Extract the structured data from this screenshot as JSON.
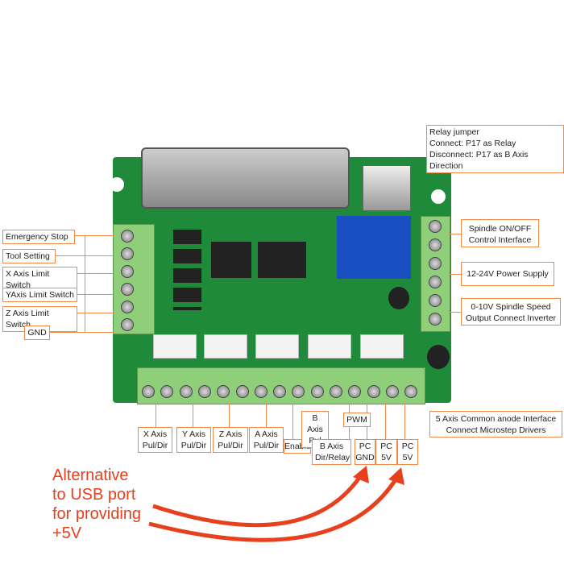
{
  "labels": {
    "relay": [
      "Relay jumper",
      "Connect: P17 as Relay",
      "Disconnect: P17 as B Axis Direction"
    ],
    "spindle_onoff": [
      "Spindle ON/OFF",
      "Control Interface"
    ],
    "power": "12-24V Power Supply",
    "spindle_speed": [
      "0-10V Spindle Speed",
      "Output Connect Inverter"
    ],
    "left": [
      "Emergency Stop",
      "Tool Setting",
      "X Axis Limit Switch",
      "YAxis Limit Switch",
      "Z Axis Limit Switch",
      "GND"
    ],
    "x_axis": [
      "X Axis",
      "Pul/Dir"
    ],
    "y_axis": [
      "Y Axis",
      "Pul/Dir"
    ],
    "z_axis": [
      "Z Axis",
      "Pul/Dir"
    ],
    "a_axis": [
      "A Axis",
      "Pul/Dir"
    ],
    "enable": "Enable",
    "b_pul": [
      "B Axis",
      "Pul"
    ],
    "b_dir": [
      "B Axis",
      "Dir/Relay"
    ],
    "pwm": "PWM",
    "pc_gnd": [
      "PC",
      "GND"
    ],
    "pc_5v_1": [
      "PC",
      "5V"
    ],
    "pc_5v_2": [
      "PC",
      "5V"
    ],
    "common": [
      "5 Axis Common anode Interface",
      "Connect Microstep Drivers"
    ]
  },
  "note": [
    "Alternative",
    "to USB port",
    "for providing",
    "+5V"
  ],
  "colors": {
    "label_border": "#f08a4b",
    "note": "#e8401c",
    "board": "#1f8a3a"
  }
}
